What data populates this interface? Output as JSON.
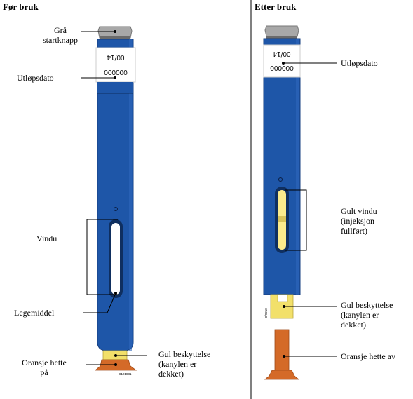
{
  "before": {
    "heading": "Før bruk",
    "labels": {
      "button": "Grå\nstartknapp",
      "expiry": "Utløpsdato",
      "window": "Vindu",
      "medicine": "Legemiddel",
      "cap": "Oransje hette\npå",
      "guard": "Gul beskyttelse\n(kanylen er\ndekket)"
    },
    "label_text": {
      "top": "00/14",
      "bottom": "000000"
    },
    "code": "8121881"
  },
  "after": {
    "heading": "Etter bruk",
    "labels": {
      "expiry": "Utløpsdato",
      "window": "Gult vindu\n(injeksjon\nfullført)",
      "guard": "Gul beskyttelse\n(kanylen er\ndekket)",
      "cap": "Oransje hette av"
    },
    "label_text": {
      "top": "00/14",
      "bottom": "000000"
    },
    "code": "8/9218"
  },
  "colors": {
    "pen_body": "#1e56a8",
    "pen_edge": "#163f80",
    "button_gray": "#a8a8a8",
    "guard_yellow": "#f2e06a",
    "cap_orange": "#d46a28",
    "window_yellow": "#fbeb8c"
  }
}
